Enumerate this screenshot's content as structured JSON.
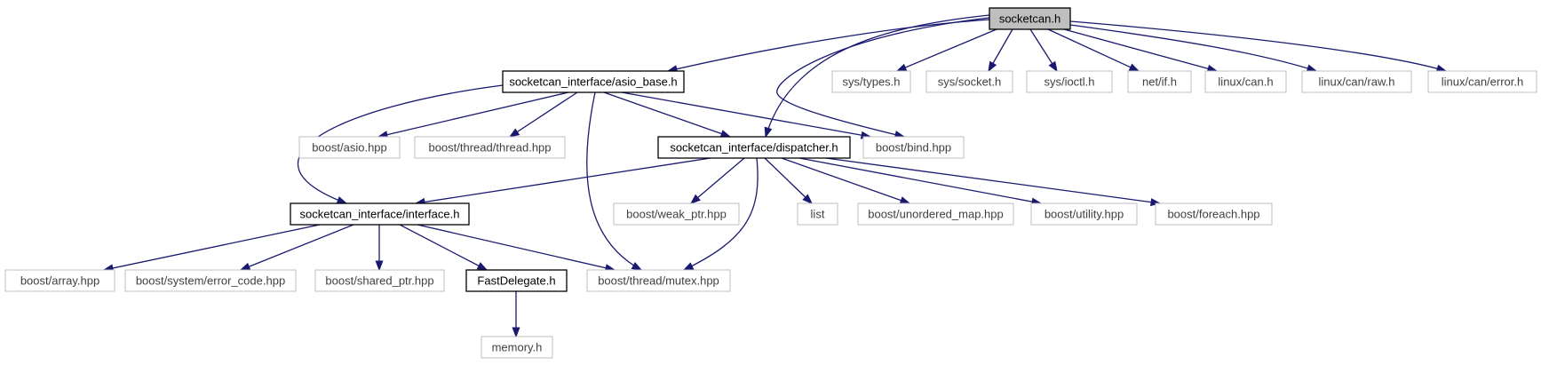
{
  "diagram": {
    "colors": {
      "edge": "#191970",
      "internal_border": "#000000",
      "external_border": "#bfbfbf",
      "root_fill": "#bfbfbf"
    },
    "nodes": [
      {
        "id": "socketcan",
        "label": "socketcan.h",
        "kind": "root"
      },
      {
        "id": "asio_base",
        "label": "socketcan_interface/asio_base.h",
        "kind": "internal"
      },
      {
        "id": "sys_types",
        "label": "sys/types.h",
        "kind": "external"
      },
      {
        "id": "sys_socket",
        "label": "sys/socket.h",
        "kind": "external"
      },
      {
        "id": "sys_ioctl",
        "label": "sys/ioctl.h",
        "kind": "external"
      },
      {
        "id": "net_if",
        "label": "net/if.h",
        "kind": "external"
      },
      {
        "id": "linux_can",
        "label": "linux/can.h",
        "kind": "external"
      },
      {
        "id": "linux_can_raw",
        "label": "linux/can/raw.h",
        "kind": "external"
      },
      {
        "id": "linux_can_error",
        "label": "linux/can/error.h",
        "kind": "external"
      },
      {
        "id": "boost_asio",
        "label": "boost/asio.hpp",
        "kind": "external"
      },
      {
        "id": "boost_thread",
        "label": "boost/thread/thread.hpp",
        "kind": "external"
      },
      {
        "id": "dispatcher",
        "label": "socketcan_interface/dispatcher.h",
        "kind": "internal"
      },
      {
        "id": "boost_bind",
        "label": "boost/bind.hpp",
        "kind": "external"
      },
      {
        "id": "interface",
        "label": "socketcan_interface/interface.h",
        "kind": "internal"
      },
      {
        "id": "boost_weak_ptr",
        "label": "boost/weak_ptr.hpp",
        "kind": "external"
      },
      {
        "id": "list",
        "label": "list",
        "kind": "external"
      },
      {
        "id": "boost_unordered_map",
        "label": "boost/unordered_map.hpp",
        "kind": "external"
      },
      {
        "id": "boost_utility",
        "label": "boost/utility.hpp",
        "kind": "external"
      },
      {
        "id": "boost_foreach",
        "label": "boost/foreach.hpp",
        "kind": "external"
      },
      {
        "id": "boost_array",
        "label": "boost/array.hpp",
        "kind": "external"
      },
      {
        "id": "boost_error_code",
        "label": "boost/system/error_code.hpp",
        "kind": "external"
      },
      {
        "id": "boost_shared_ptr",
        "label": "boost/shared_ptr.hpp",
        "kind": "external"
      },
      {
        "id": "fastdelegate",
        "label": "FastDelegate.h",
        "kind": "internal"
      },
      {
        "id": "boost_mutex",
        "label": "boost/thread/mutex.hpp",
        "kind": "external"
      },
      {
        "id": "memory",
        "label": "memory.h",
        "kind": "external"
      }
    ],
    "edges": [
      {
        "from": "socketcan",
        "to": "asio_base"
      },
      {
        "from": "socketcan",
        "to": "dispatcher"
      },
      {
        "from": "socketcan",
        "to": "boost_bind"
      },
      {
        "from": "socketcan",
        "to": "sys_types"
      },
      {
        "from": "socketcan",
        "to": "sys_socket"
      },
      {
        "from": "socketcan",
        "to": "sys_ioctl"
      },
      {
        "from": "socketcan",
        "to": "net_if"
      },
      {
        "from": "socketcan",
        "to": "linux_can"
      },
      {
        "from": "socketcan",
        "to": "linux_can_raw"
      },
      {
        "from": "socketcan",
        "to": "linux_can_error"
      },
      {
        "from": "asio_base",
        "to": "interface"
      },
      {
        "from": "asio_base",
        "to": "boost_asio"
      },
      {
        "from": "asio_base",
        "to": "boost_thread"
      },
      {
        "from": "asio_base",
        "to": "dispatcher"
      },
      {
        "from": "asio_base",
        "to": "boost_bind"
      },
      {
        "from": "asio_base",
        "to": "boost_mutex"
      },
      {
        "from": "dispatcher",
        "to": "interface"
      },
      {
        "from": "dispatcher",
        "to": "boost_weak_ptr"
      },
      {
        "from": "dispatcher",
        "to": "list"
      },
      {
        "from": "dispatcher",
        "to": "boost_unordered_map"
      },
      {
        "from": "dispatcher",
        "to": "boost_utility"
      },
      {
        "from": "dispatcher",
        "to": "boost_foreach"
      },
      {
        "from": "dispatcher",
        "to": "boost_mutex"
      },
      {
        "from": "interface",
        "to": "boost_array"
      },
      {
        "from": "interface",
        "to": "boost_error_code"
      },
      {
        "from": "interface",
        "to": "boost_shared_ptr"
      },
      {
        "from": "interface",
        "to": "fastdelegate"
      },
      {
        "from": "interface",
        "to": "boost_mutex"
      },
      {
        "from": "fastdelegate",
        "to": "memory"
      }
    ]
  }
}
